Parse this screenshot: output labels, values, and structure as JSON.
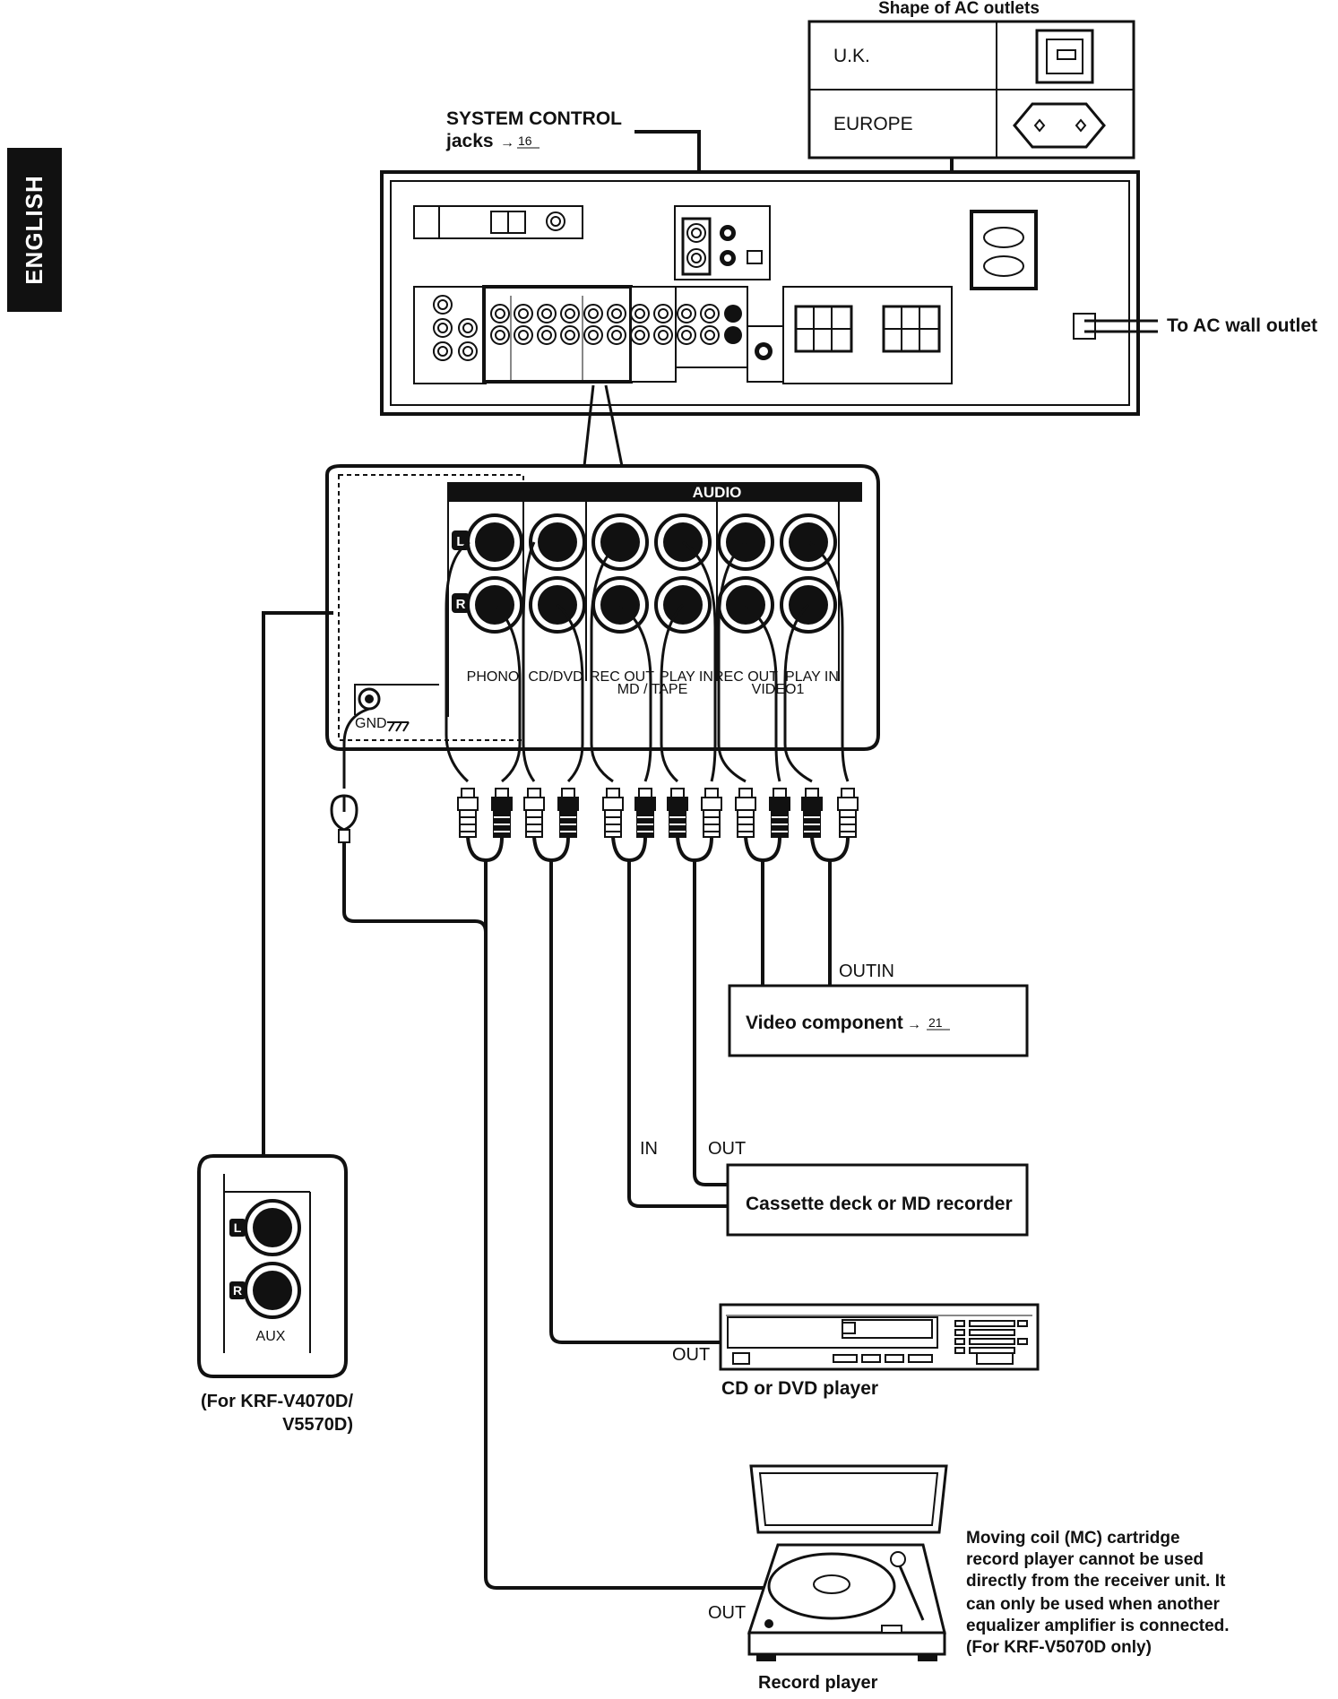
{
  "side_tab": "ENGLISH",
  "ac_outlets": {
    "title": "Shape of AC outlets",
    "rows": [
      "U.K.",
      "EUROPE"
    ]
  },
  "system_control": {
    "line1": "SYSTEM CONTROL",
    "line2": "jacks",
    "ref": "16"
  },
  "ac_wall": "To AC wall outlet",
  "panel": {
    "header": "AUDIO",
    "left": "L",
    "right": "R",
    "gnd": "GND",
    "labels": [
      "PHONO",
      "CD/DVD",
      "REC OUT",
      "PLAY IN",
      "REC OUT",
      "PLAY IN"
    ],
    "group_tape": "MD / TAPE",
    "group_video": "VIDEO1"
  },
  "video_component": {
    "label": "Video component",
    "ref": "21",
    "out": "OUT",
    "in": "IN"
  },
  "cassette": {
    "label": "Cassette deck or MD recorder",
    "in": "IN",
    "out": "OUT"
  },
  "cd_player": {
    "label": "CD or DVD player",
    "out": "OUT"
  },
  "aux": {
    "label": "AUX",
    "l": "L",
    "r": "R",
    "note1": "(For KRF-V4070D/",
    "note2": "V5570D)"
  },
  "record_player": {
    "label": "Record player",
    "out": "OUT"
  },
  "note": [
    "Moving coil (MC) cartridge",
    "record player cannot be used",
    "directly from the receiver unit. It",
    "can only be used when another",
    "equalizer amplifier is connected.",
    "(For KRF-V5070D only)"
  ]
}
